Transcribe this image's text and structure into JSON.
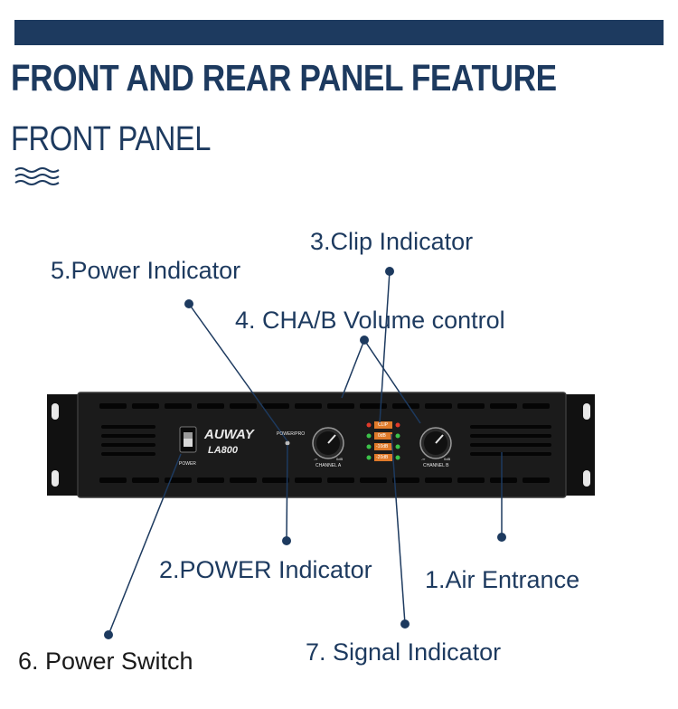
{
  "header": {
    "title": "FRONT AND REAR PANEL FEATURE",
    "subtitle": "FRONT PANEL",
    "wave_icon": "wave-icon"
  },
  "callouts": {
    "clip_indicator": "3.Clip Indicator",
    "power_indicator_top": "5.Power Indicator",
    "volume_control": "4. CHA/B Volume control",
    "power_indicator_bottom": "2.POWER  Indicator",
    "air_entrance": "1.Air Entrance",
    "power_switch": "6. Power Switch",
    "signal_indicator": "7. Signal Indicator"
  },
  "device": {
    "brand": "AUWAY",
    "model": "LA800",
    "power_label": "POWER",
    "power_pro_label": "POWER/PRO",
    "channel_a": "CHANNEL A",
    "channel_b": "CHANNEL B",
    "led_labels": [
      "CLIP",
      "0dB",
      "-10dB",
      "-20dB"
    ],
    "knob_min": "-∞",
    "knob_max": "0dB"
  },
  "colors": {
    "accent": "#1d3a5f",
    "device_body": "#1b1b1b",
    "led_red": "#e03a2a",
    "led_green": "#3cc24a",
    "led_label_bg": "#e07a2a"
  }
}
